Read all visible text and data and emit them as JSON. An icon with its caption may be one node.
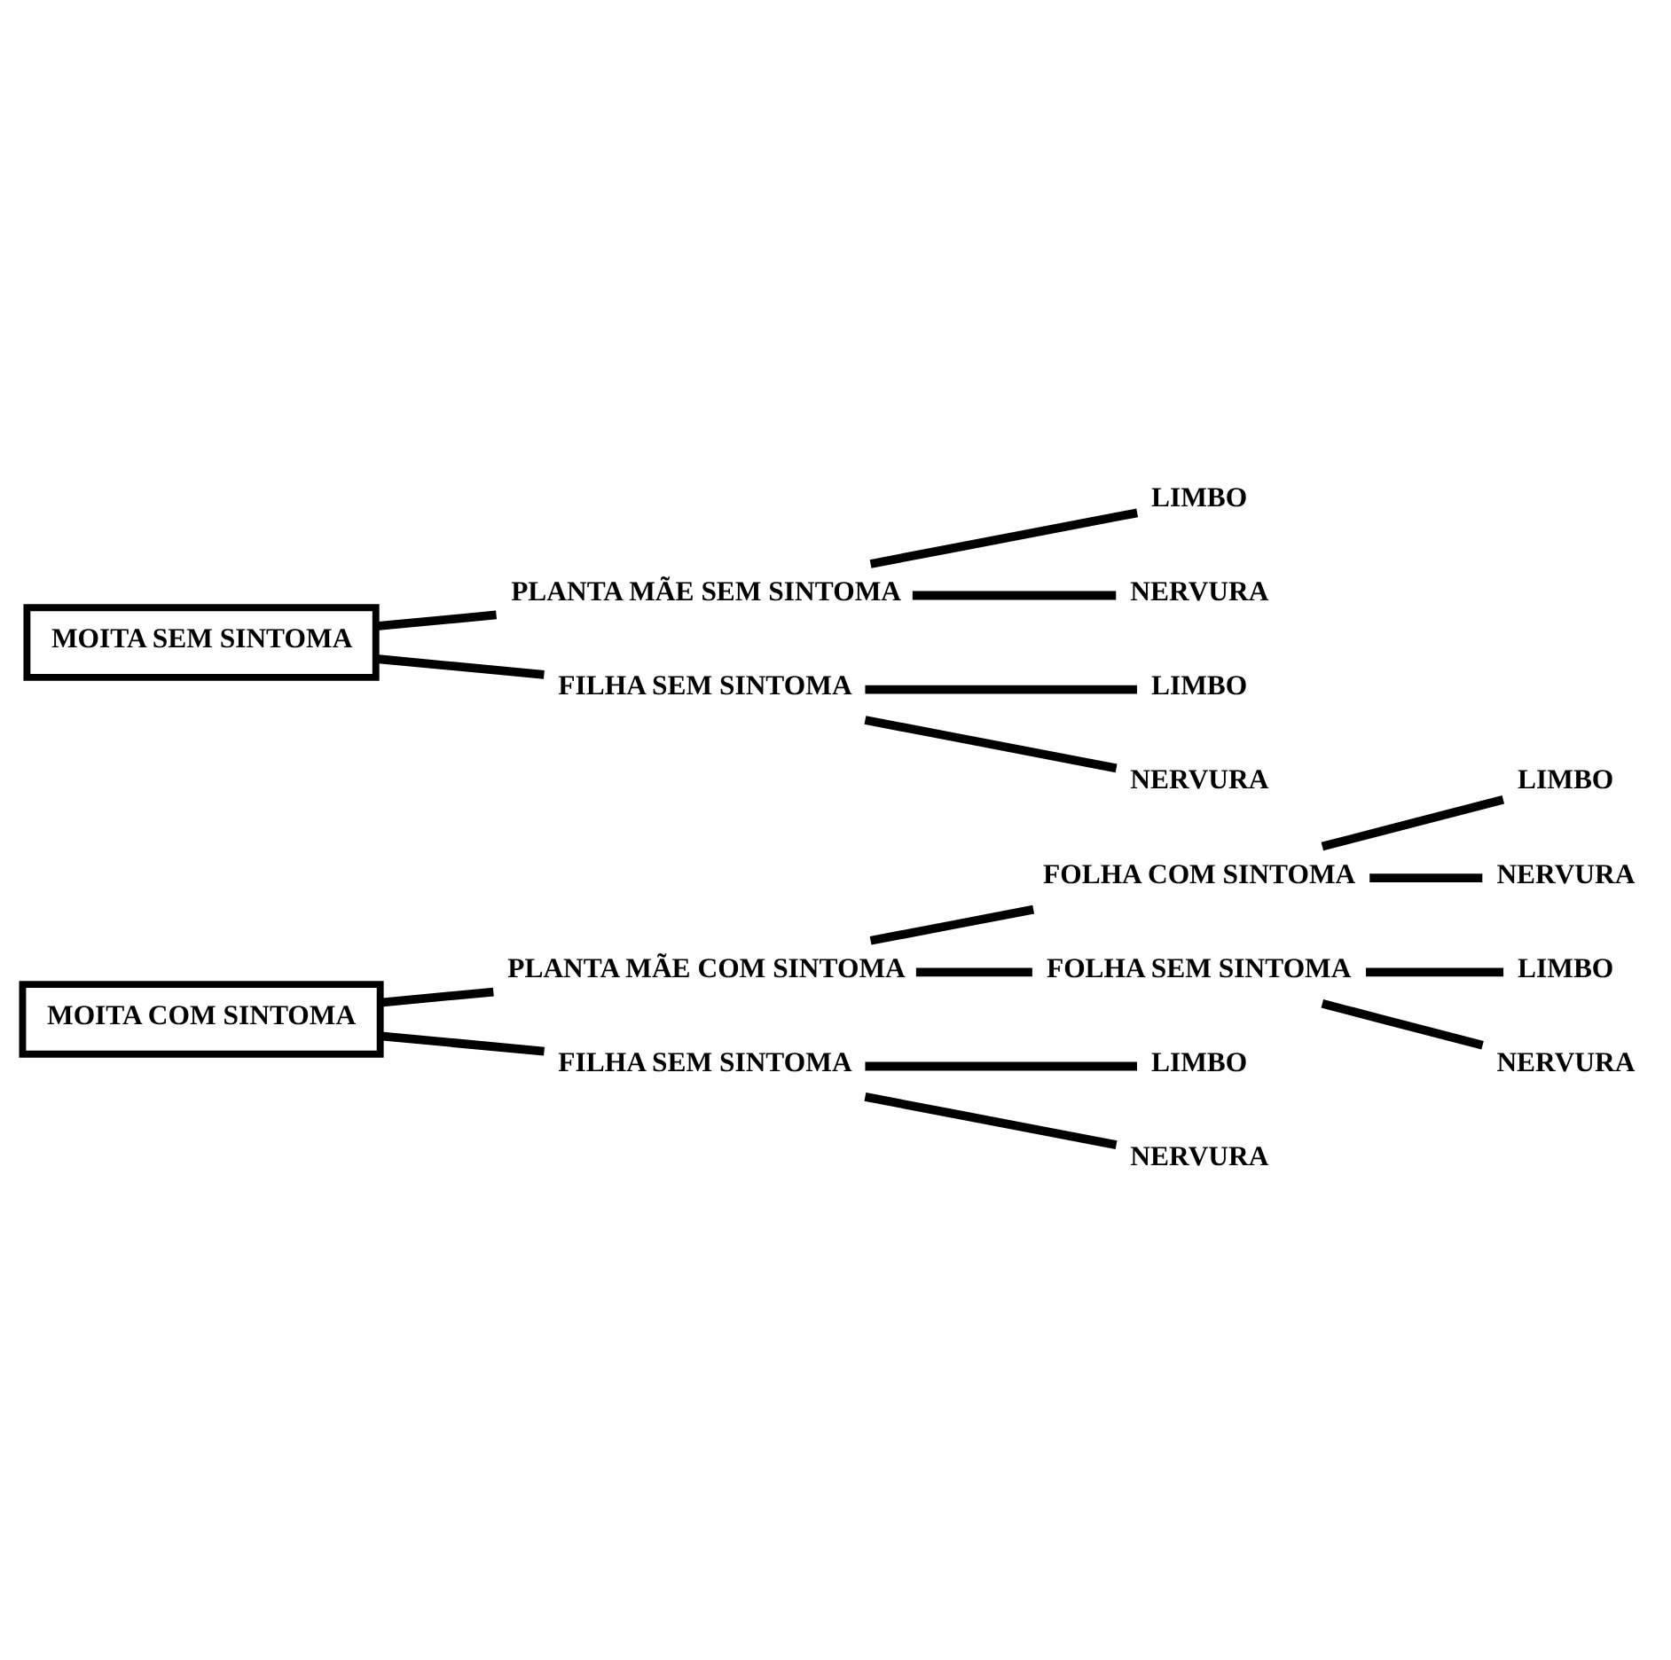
{
  "diagram": {
    "nodes": [
      {
        "text": [
          "MOITA COM SINTOMA"
        ]
      },
      {
        "text": [
          "PLANTA MÃE COM SINTOMA"
        ]
      },
      {
        "text": [
          "FOLHA COM SINTOMA"
        ]
      },
      {
        "text": [
          "LIMBO"
        ]
      },
      {
        "text": [
          "NERVURA"
        ]
      },
      {
        "text": [
          "FOLHA SEM SINTOMA"
        ]
      },
      {
        "text": [
          "LIMBO"
        ]
      },
      {
        "text": [
          "NERVURA"
        ]
      },
      {
        "text": [
          "FILHA SEM SINTOMA"
        ]
      },
      {
        "text": [
          "LIMBO"
        ]
      },
      {
        "text": [
          "NERVURA"
        ]
      },
      {
        "text": [
          "MOITA SEM SINTOMA"
        ]
      },
      {
        "text": [
          "PLANTA MÃE SEM SINTOMA"
        ]
      },
      {
        "text": [
          "LIMBO"
        ]
      },
      {
        "text": [
          "NERVURA"
        ]
      },
      {
        "text": [
          "FILHA SEM SINTOMA"
        ]
      },
      {
        "text": [
          "LIMBO"
        ]
      },
      {
        "text": [
          "NERVURA"
        ]
      }
    ],
    "edges": [
      {
        "from": 0,
        "to": 1,
        "arrow": "none"
      },
      {
        "from": 1,
        "to": 2,
        "arrow": "none"
      },
      {
        "from": 2,
        "to": 3,
        "arrow": "none"
      },
      {
        "from": 2,
        "to": 4,
        "arrow": "none"
      },
      {
        "from": 1,
        "to": 5,
        "arrow": "none"
      },
      {
        "from": 5,
        "to": 6,
        "arrow": "none"
      },
      {
        "from": 5,
        "to": 7,
        "arrow": "none"
      },
      {
        "from": 0,
        "to": 8,
        "arrow": "none"
      },
      {
        "from": 8,
        "to": 9,
        "arrow": "none"
      },
      {
        "from": 8,
        "to": 10,
        "arrow": "none"
      },
      {
        "from": 11,
        "to": 12,
        "arrow": "none"
      },
      {
        "from": 12,
        "to": 13,
        "arrow": "none"
      },
      {
        "from": 12,
        "to": 14,
        "arrow": "none"
      },
      {
        "from": 11,
        "to": 15,
        "arrow": "none"
      },
      {
        "from": 15,
        "to": 16,
        "arrow": "none"
      },
      {
        "from": 15,
        "to": 17,
        "arrow": "none"
      }
    ]
  }
}
